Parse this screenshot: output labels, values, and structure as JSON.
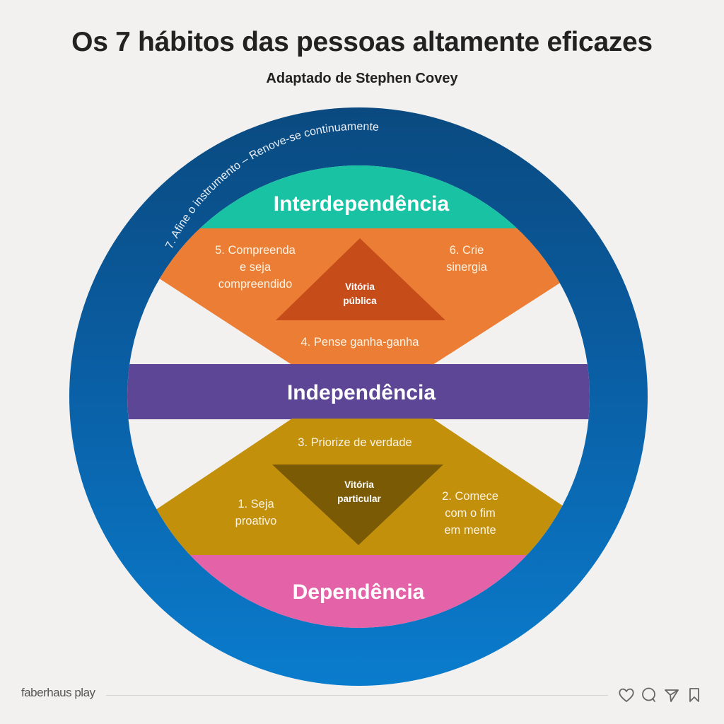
{
  "header": {
    "title": "Os 7 hábitos das pessoas altamente eficazes",
    "subtitle": "Adaptado de Stephen Covey"
  },
  "diagram": {
    "outer_ring": {
      "label": "7. Afine o instrumento – Renove-se continuamente",
      "color_top": "#0a4a80",
      "color_bottom": "#0a78c8"
    },
    "levels": {
      "interdependence": {
        "label": "Interdependência",
        "color": "#19c2a3"
      },
      "independence": {
        "label": "Independência",
        "color": "#5e4696"
      },
      "dependence": {
        "label": "Dependência",
        "color": "#e462a8"
      }
    },
    "public_victory": {
      "label_line1": "Vitória",
      "label_line2": "pública",
      "region_color": "#ec7d34",
      "triangle_color": "#c64c1a",
      "habits": {
        "habit4": "4. Pense ganha-ganha",
        "habit5_line1": "5. Compreenda",
        "habit5_line2": "e seja",
        "habit5_line3": "compreendido",
        "habit6_line1": "6. Crie",
        "habit6_line2": "sinergia"
      }
    },
    "private_victory": {
      "label_line1": "Vitória",
      "label_line2": "particular",
      "region_color": "#c2900b",
      "triangle_color": "#7b5a06",
      "habits": {
        "habit1_line1": "1. Seja",
        "habit1_line2": "proativo",
        "habit2_line1": "2. Comece",
        "habit2_line2": "com o fim",
        "habit2_line3": "em mente",
        "habit3": "3. Priorize de verdade"
      }
    }
  },
  "footer": {
    "brand": "faberhaus play",
    "icons": [
      "heart-icon",
      "comment-icon",
      "send-icon",
      "bookmark-icon"
    ]
  }
}
